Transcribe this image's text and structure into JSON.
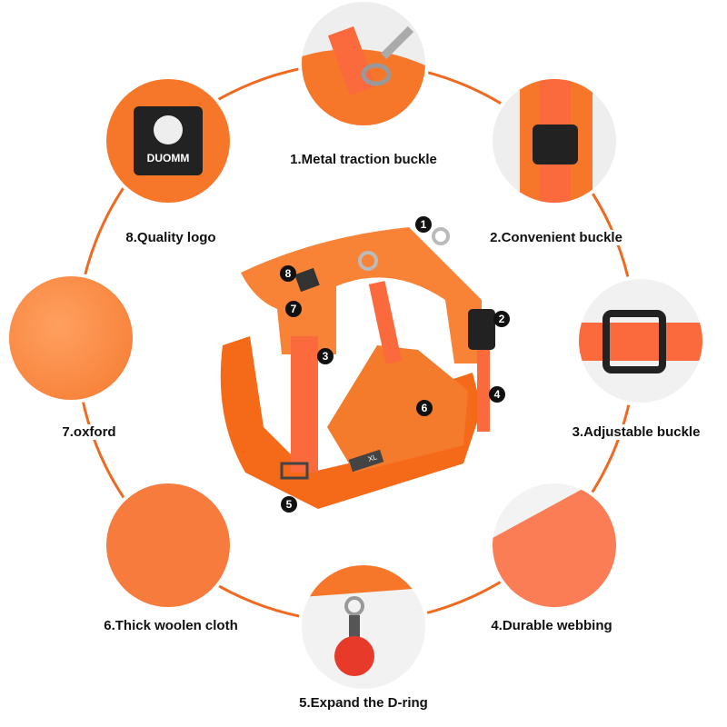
{
  "features": [
    {
      "number": "1",
      "label": "1.Metal traction buckle"
    },
    {
      "number": "2",
      "label": "2.Convenient buckle"
    },
    {
      "number": "3",
      "label": "3.Adjustable buckle"
    },
    {
      "number": "4",
      "label": "4.Durable webbing"
    },
    {
      "number": "5",
      "label": "5.Expand the D-ring"
    },
    {
      "number": "6",
      "label": "6.Thick woolen cloth"
    },
    {
      "number": "7",
      "label": "7.oxford"
    },
    {
      "number": "8",
      "label": "8.Quality logo"
    }
  ],
  "brand_logo": "DUOMM",
  "size_tag": "XL",
  "colors": {
    "accent": "#ef6a20",
    "harness": "#f7772a",
    "webbing": "#fb6a3c"
  }
}
